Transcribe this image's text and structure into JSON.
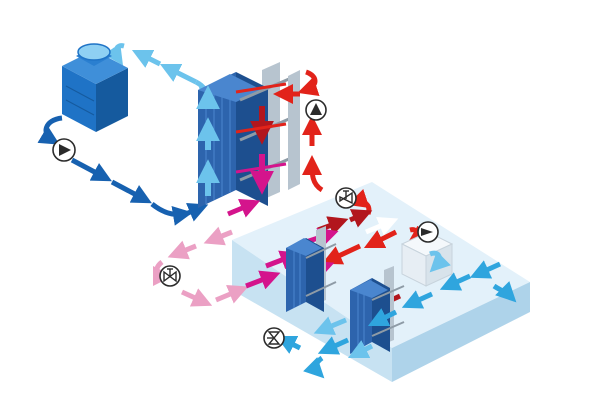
{
  "diagram": {
    "colors": {
      "background": "#ffffff",
      "platform_top": "#e3f1fa",
      "platform_side": "#c7e2f2",
      "platform_shadow": "#aed3ea",
      "exchanger_dark": "#1d4f8f",
      "exchanger_mid": "#2d64ad",
      "exchanger_light": "#4a86cf",
      "tower_body": "#1f73c6",
      "tower_dark": "#155a9e",
      "tower_fan": "#8fd0f3",
      "frame_grey": "#b7c4cf",
      "frame_dark": "#8e9ba6",
      "flow_dark_blue": "#1761b0",
      "flow_light_blue": "#6cc3ec",
      "flow_cyan": "#2fa5de",
      "flow_red": "#e2231a",
      "flow_dark_red": "#b2161d",
      "flow_pink": "#eba0c4",
      "flow_magenta": "#d4148c",
      "symbol_stroke": "#2b2b2b",
      "symbol_fill": "#ffffff"
    },
    "components": [
      {
        "id": "cooling-tower",
        "icon": "cooling-tower-icon"
      },
      {
        "id": "main-heat-exchanger",
        "icon": "plate-heat-exchanger-icon"
      },
      {
        "id": "secondary-heat-exchanger-1",
        "icon": "plate-heat-exchanger-icon"
      },
      {
        "id": "secondary-heat-exchanger-2",
        "icon": "plate-heat-exchanger-icon"
      },
      {
        "id": "process-unit",
        "icon": "process-box-icon"
      },
      {
        "id": "pump-cooling-loop",
        "icon": "pump-icon"
      },
      {
        "id": "pump-hot-loop",
        "icon": "pump-icon"
      },
      {
        "id": "pump-process-loop",
        "icon": "pump-icon"
      },
      {
        "id": "valve-hot-loop",
        "icon": "control-valve-icon"
      },
      {
        "id": "valve-pink-loop",
        "icon": "control-valve-icon"
      },
      {
        "id": "valve-lower-loop",
        "icon": "control-valve-icon"
      }
    ]
  }
}
